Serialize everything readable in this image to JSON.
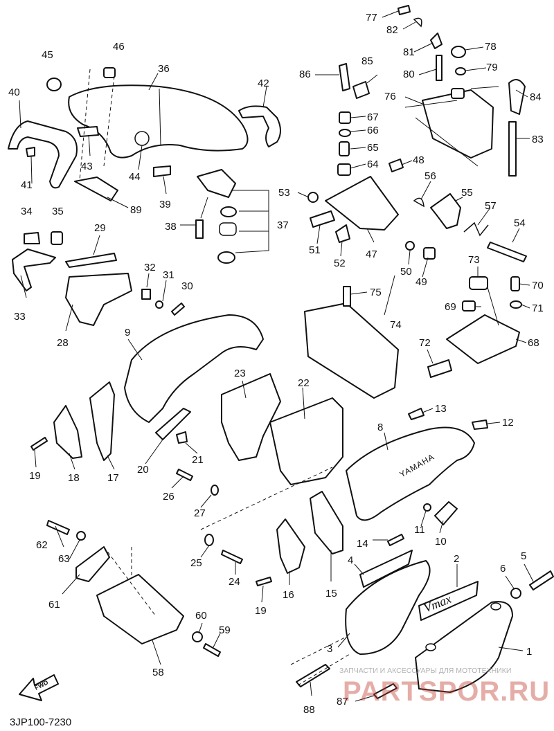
{
  "diagram_code": "3JP100-7230",
  "fwd_label": "FWD",
  "watermark": {
    "subtitle": "ЗАПЧАСТИ И АКСЕССУАРЫ ДЛЯ МОТОТЕХНИКИ",
    "brand": "PARTSPOR.RU"
  },
  "part_text": {
    "tank_cover_text": "YAMAHA",
    "emblem_text": "Vmax"
  },
  "part_numbers": [
    "1",
    "2",
    "3",
    "4",
    "5",
    "6",
    "8",
    "9",
    "10",
    "11",
    "12",
    "13",
    "14",
    "15",
    "16",
    "17",
    "18",
    "19",
    "19",
    "20",
    "21",
    "22",
    "23",
    "24",
    "25",
    "26",
    "27",
    "28",
    "29",
    "30",
    "31",
    "32",
    "33",
    "34",
    "35",
    "36",
    "37",
    "38",
    "39",
    "40",
    "41",
    "42",
    "43",
    "44",
    "45",
    "46",
    "47",
    "48",
    "49",
    "50",
    "51",
    "52",
    "53",
    "54",
    "55",
    "56",
    "57",
    "58",
    "59",
    "60",
    "61",
    "62",
    "63",
    "64",
    "65",
    "66",
    "67",
    "68",
    "69",
    "70",
    "71",
    "72",
    "73",
    "74",
    "75",
    "76",
    "77",
    "78",
    "79",
    "80",
    "81",
    "82",
    "83",
    "84",
    "85",
    "86",
    "87",
    "88",
    "89"
  ],
  "colors": {
    "line": "#111111",
    "background": "#ffffff",
    "watermark": "#c0392b"
  }
}
